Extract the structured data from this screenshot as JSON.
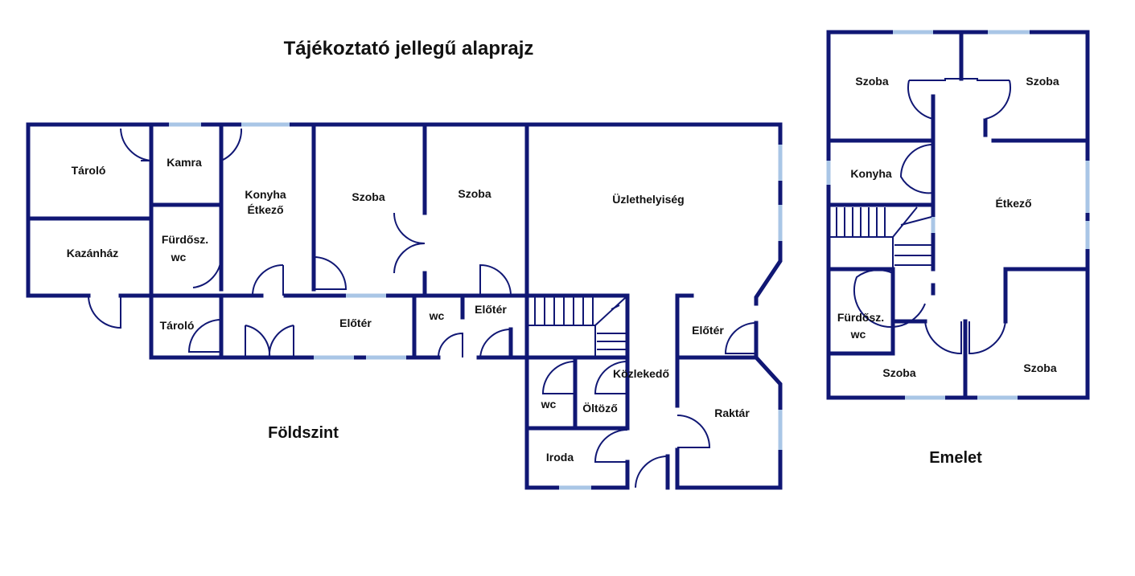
{
  "title": "Tájékoztató jellegű alaprajz",
  "floors": {
    "ground": "Földszint",
    "upper": "Emelet"
  },
  "rooms": {
    "ground": {
      "taroló_top": "Tároló",
      "kamra": "Kamra",
      "konyha_1": "Konyha",
      "konyha_2": "Étkező",
      "szoba_1": "Szoba",
      "szoba_2": "Szoba",
      "uzlet": "Üzlethelyiség",
      "kazanhaz": "Kazánház",
      "furdo_1": "Fürdősz.",
      "furdo_2": "wc",
      "taroló_bottom": "Tároló",
      "eloter_1": "Előtér",
      "wc_1": "wc",
      "eloter_2": "Előtér",
      "eloter_3": "Előtér",
      "kozlekedo": "Közlekedő",
      "wc_2": "wc",
      "oltozo": "Öltöző",
      "raktar": "Raktár",
      "iroda": "Iroda"
    },
    "upper": {
      "szoba_tl": "Szoba",
      "szoba_tr": "Szoba",
      "konyha": "Konyha",
      "etkezo": "Étkező",
      "furdo_1": "Fürdősz.",
      "furdo_2": "wc",
      "szoba_bl": "Szoba",
      "szoba_br": "Szoba"
    }
  },
  "colors": {
    "wall": "#101774",
    "window": "#a9c6e6"
  }
}
